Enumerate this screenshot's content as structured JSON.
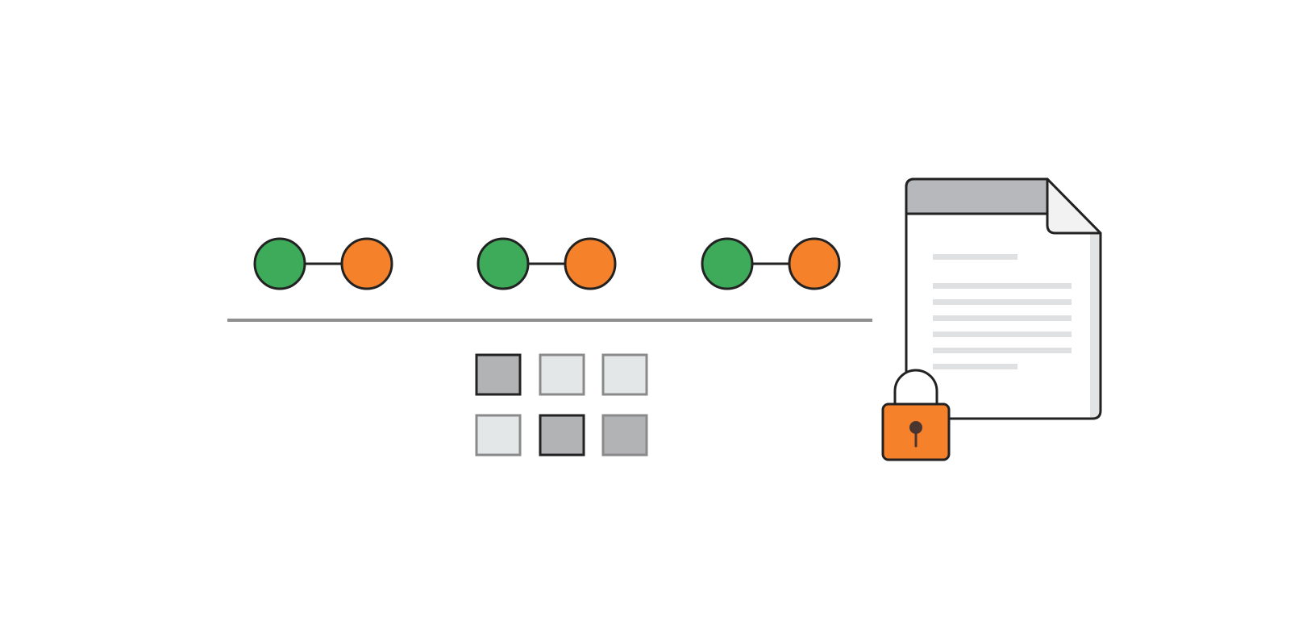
{
  "colors": {
    "background": "#ffffff",
    "outline": "#222222",
    "node_green": "#3dab5a",
    "node_orange": "#f5822b",
    "separator": "#8f8f8f",
    "cell_dark": "#b1b3b5",
    "cell_light": "#e4e7e8",
    "cell_border_light": "#8a8a8a",
    "doc_header": "#b7b8bb",
    "doc_text_lines": "#dfe0e2",
    "doc_shadow": "#e2e3e4",
    "lock_body": "#f5822b",
    "keyhole": "#4a3530"
  },
  "node_pairs": [
    {
      "left": "green",
      "right": "orange"
    },
    {
      "left": "green",
      "right": "orange"
    },
    {
      "left": "green",
      "right": "orange"
    }
  ],
  "grid": {
    "rows": [
      [
        {
          "fill": "dark",
          "border": "dark"
        },
        {
          "fill": "light",
          "border": "light"
        },
        {
          "fill": "light",
          "border": "light"
        }
      ],
      [
        {
          "fill": "light",
          "border": "light"
        },
        {
          "fill": "dark",
          "border": "dark"
        },
        {
          "fill": "dark",
          "border": "light"
        }
      ]
    ]
  },
  "document": {
    "icon": "document-icon",
    "text_lines": [
      "short",
      "full",
      "full",
      "full",
      "full",
      "full",
      "short"
    ]
  },
  "lock": {
    "icon": "padlock-icon"
  }
}
